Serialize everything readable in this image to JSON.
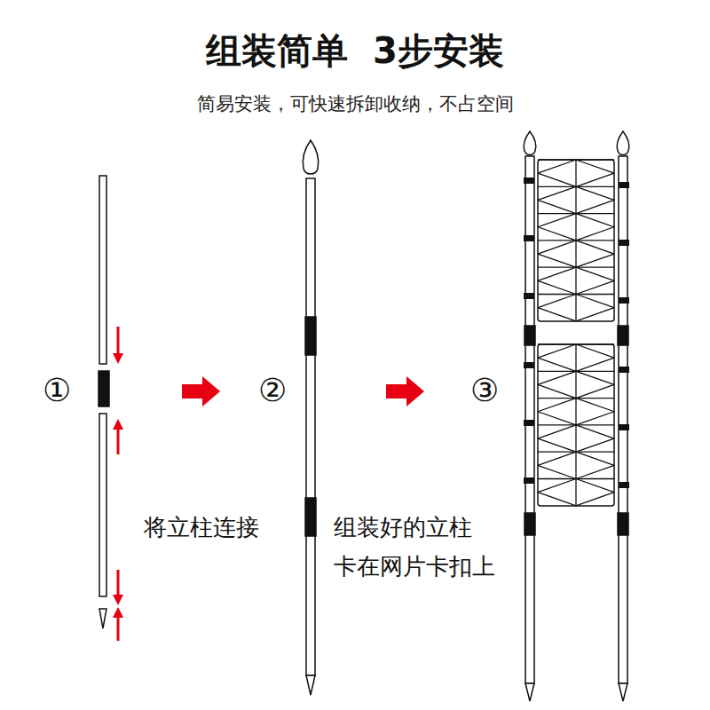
{
  "diagram": {
    "title": "组装简单  3步安装",
    "labels": [
      "简易安装，可快速拆卸收纳，不占空间",
      "①",
      "②",
      "③",
      "将立柱连接",
      "组装好的立柱 卡在网片卡扣上"
    ]
  }
}
